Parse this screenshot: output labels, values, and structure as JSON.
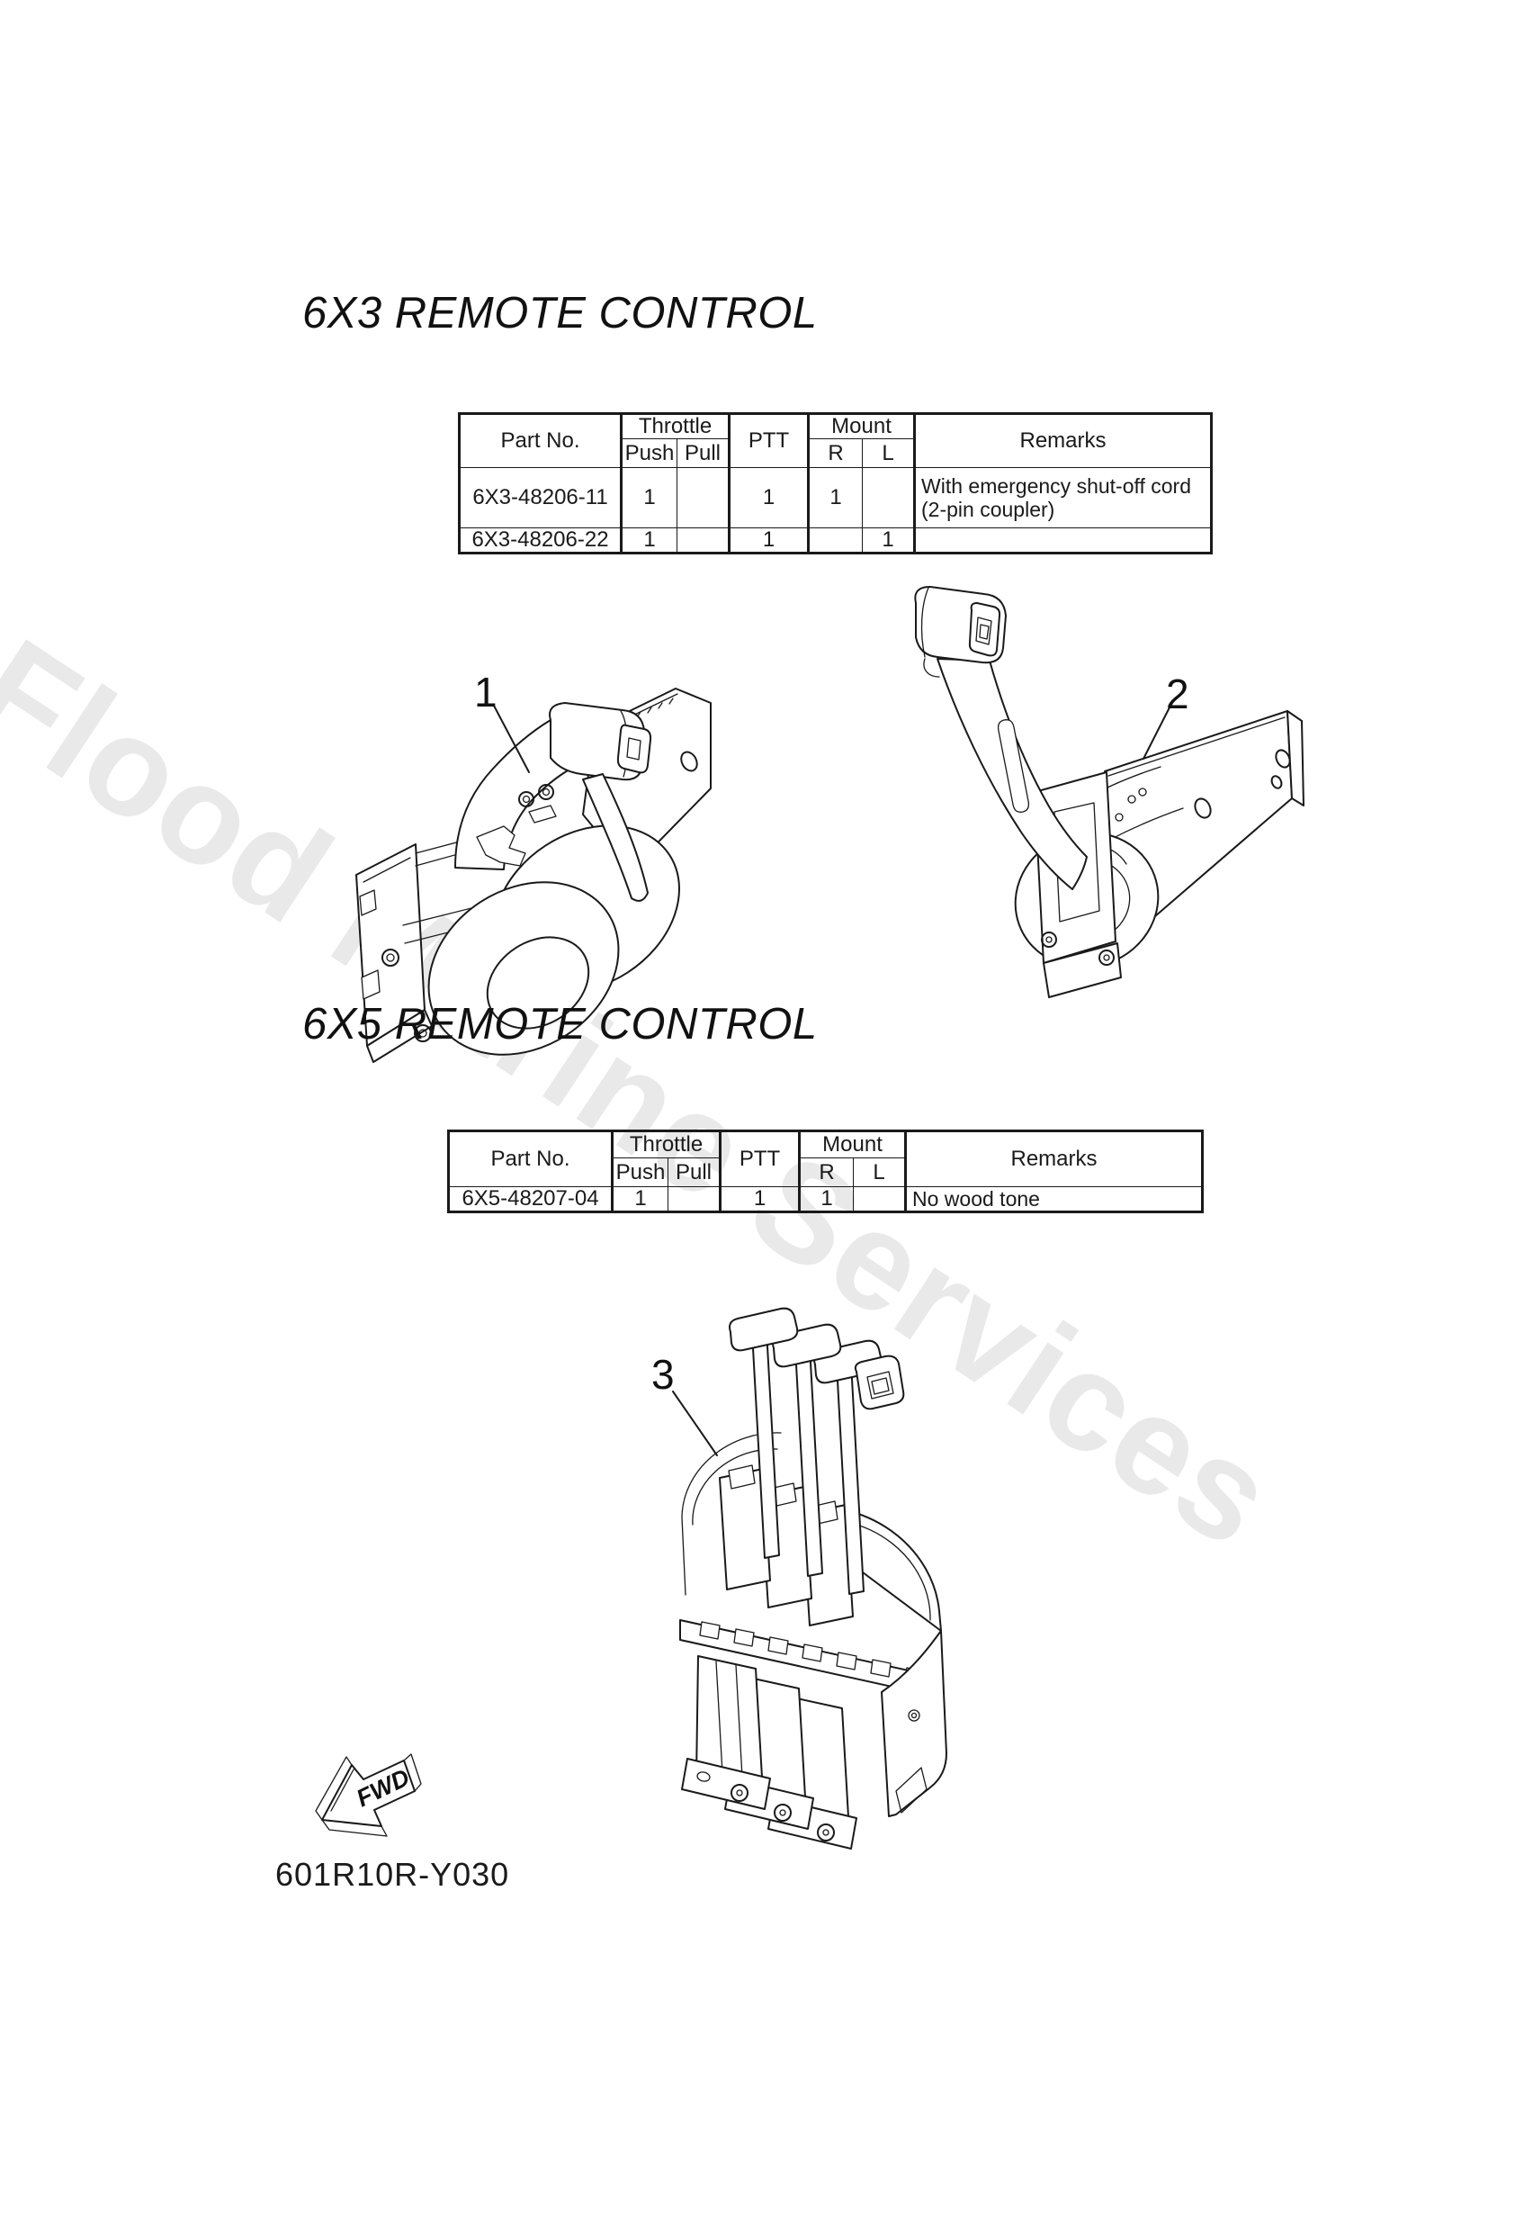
{
  "watermark": {
    "text": "Flood Marine Services",
    "color": "#e9e9e9"
  },
  "s1": {
    "title": "6X3 REMOTE CONTROL",
    "table": {
      "h": {
        "part": "Part No.",
        "throttle": "Throttle",
        "push": "Push",
        "pull": "Pull",
        "ptt": "PTT",
        "mount": "Mount",
        "r": "R",
        "l": "L",
        "remarks": "Remarks"
      },
      "rows": [
        {
          "part": "6X3-48206-11",
          "push": "1",
          "pull": "",
          "ptt": "1",
          "r": "1",
          "l": "",
          "remarks": "With emergency shut-off cord (2-pin coupler)"
        },
        {
          "part": "6X3-48206-22",
          "push": "1",
          "pull": "",
          "ptt": "1",
          "r": "",
          "l": "1",
          "remarks": ""
        }
      ]
    },
    "callout_1": "1",
    "callout_2": "2"
  },
  "s2": {
    "title": "6X5 REMOTE CONTROL",
    "table": {
      "h": {
        "part": "Part No.",
        "throttle": "Throttle",
        "push": "Push",
        "pull": "Pull",
        "ptt": "PTT",
        "mount": "Mount",
        "r": "R",
        "l": "L",
        "remarks": "Remarks"
      },
      "rows": [
        {
          "part": "6X5-48207-04",
          "push": "1",
          "pull": "",
          "ptt": "1",
          "r": "1",
          "l": "",
          "remarks": "No wood tone"
        }
      ]
    },
    "callout_3": "3"
  },
  "footer": {
    "fwd": "FWD",
    "code": "601R10R-Y030"
  }
}
